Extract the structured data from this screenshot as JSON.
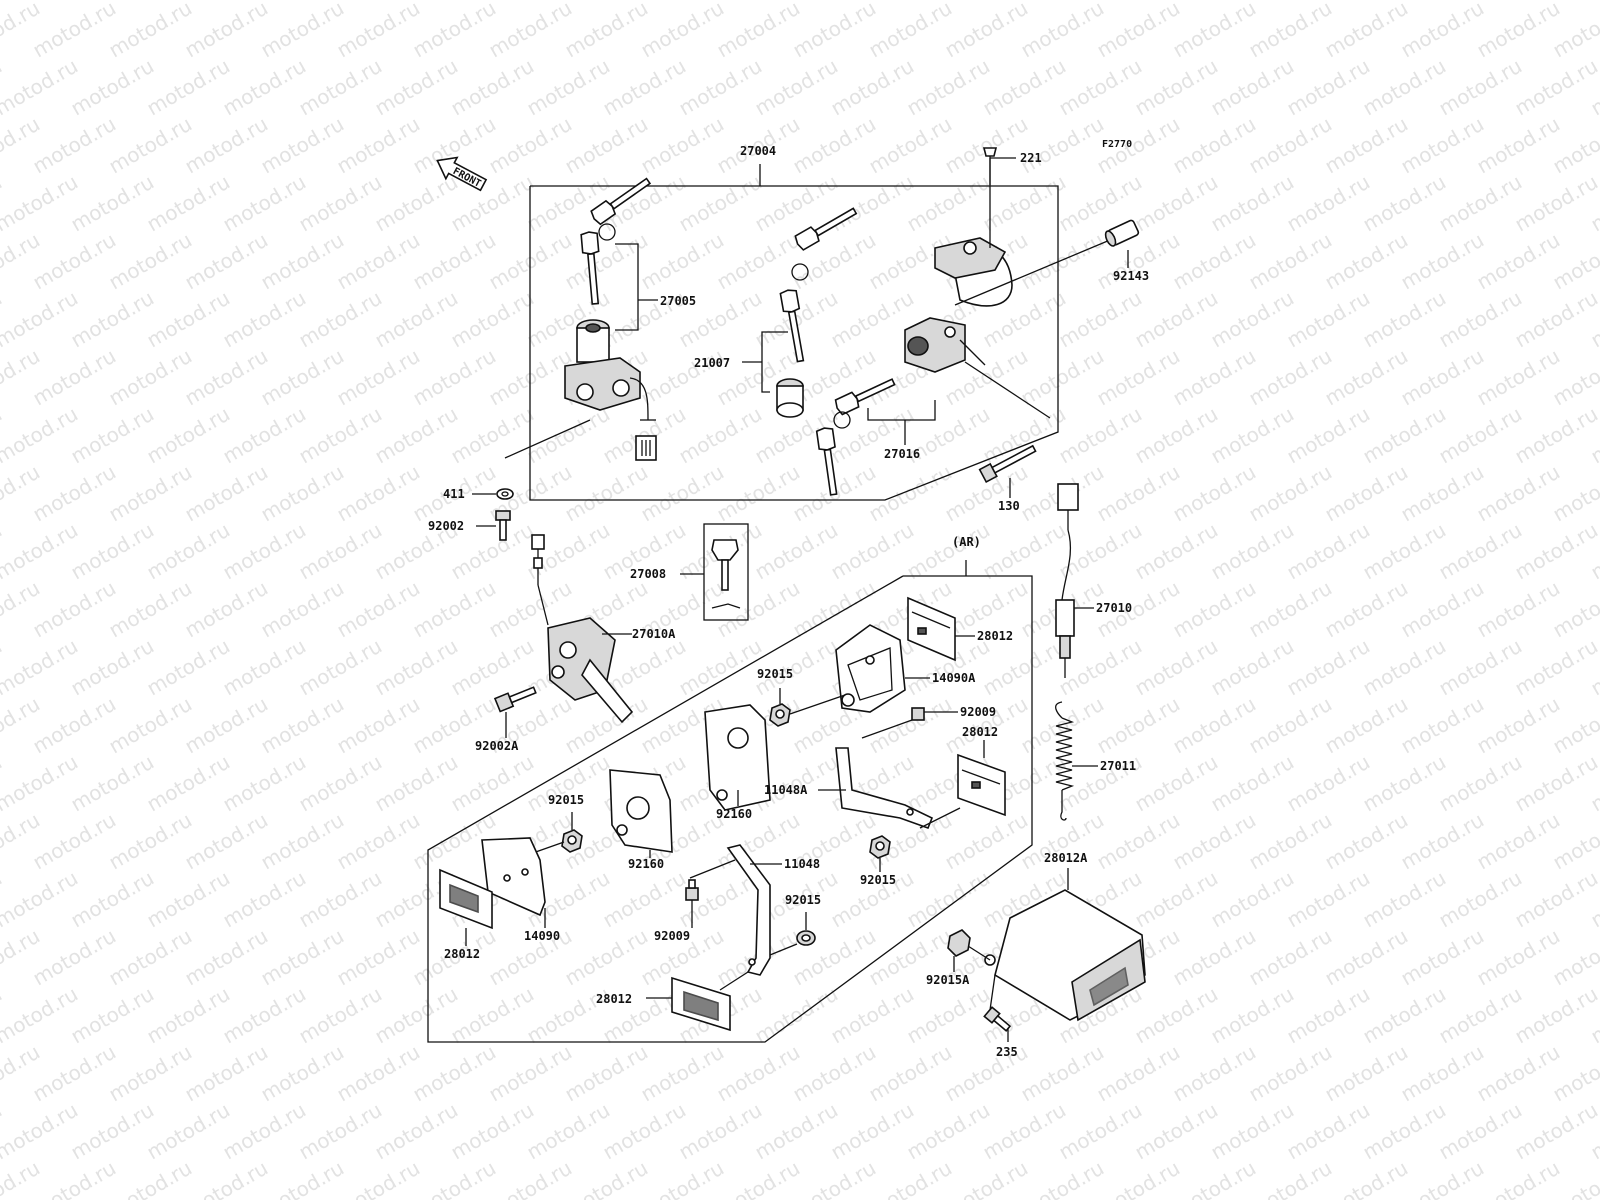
{
  "diagram": {
    "figure_code": "F2770",
    "front_label": "FRONT",
    "group_ar": "(AR)",
    "watermark": "motod.ru",
    "labels": {
      "p27004": "27004",
      "p221": "221",
      "p92143": "92143",
      "p27005": "27005",
      "p21007": "21007",
      "p27016": "27016",
      "p130": "130",
      "p411": "411",
      "p92002": "92002",
      "p27008": "27008",
      "p27010A": "27010A",
      "p92002A": "92002A",
      "p27010": "27010",
      "p28012_a": "28012",
      "p14090A": "14090A",
      "p92015_a": "92015",
      "p92009_a": "92009",
      "p28012_b": "28012",
      "p92160_a": "92160",
      "p11048A": "11048A",
      "p27011": "27011",
      "p92015_b": "92015",
      "p92160_b": "92160",
      "p11048": "11048",
      "p92015_c": "92015",
      "p28012A": "28012A",
      "p92015_d": "92015",
      "p14090": "14090",
      "p28012_c": "28012",
      "p92009_b": "92009",
      "p28012_d": "28012",
      "p92015A": "92015A",
      "p235": "235"
    }
  }
}
